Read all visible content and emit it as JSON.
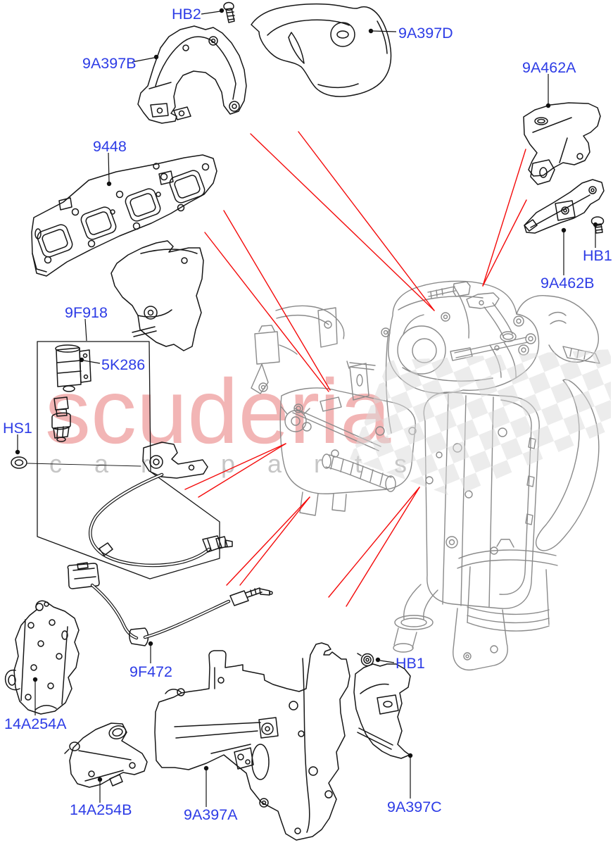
{
  "watermark": {
    "brand": "scuderia",
    "tagline": "car parts"
  },
  "colors": {
    "background": "#ffffff",
    "label_text": "#2d3ce6",
    "leader_line": "#111111",
    "indicator_line": "#f40b0b",
    "part_line": "#161616",
    "assembly_line": "#8a8a8a",
    "watermark_brand": "#f2b5b5",
    "watermark_tagline": "#c6c6c6",
    "checker": "#d9d9d9"
  },
  "labels": [
    {
      "id": "hb2",
      "text": "HB2"
    },
    {
      "id": "9a397b",
      "text": "9A397B"
    },
    {
      "id": "9a397d",
      "text": "9A397D"
    },
    {
      "id": "9a462a",
      "text": "9A462A"
    },
    {
      "id": "9448",
      "text": "9448"
    },
    {
      "id": "hb1-right",
      "text": "HB1"
    },
    {
      "id": "9a462b",
      "text": "9A462B"
    },
    {
      "id": "9f918",
      "text": "9F918"
    },
    {
      "id": "5k286",
      "text": "5K286"
    },
    {
      "id": "hs1",
      "text": "HS1"
    },
    {
      "id": "9f472",
      "text": "9F472"
    },
    {
      "id": "14a254a",
      "text": "14A254A"
    },
    {
      "id": "14a254b",
      "text": "14A254B"
    },
    {
      "id": "9a397a",
      "text": "9A397A"
    },
    {
      "id": "9a397c",
      "text": "9A397C"
    },
    {
      "id": "hb1-bottom",
      "text": "HB1"
    }
  ]
}
